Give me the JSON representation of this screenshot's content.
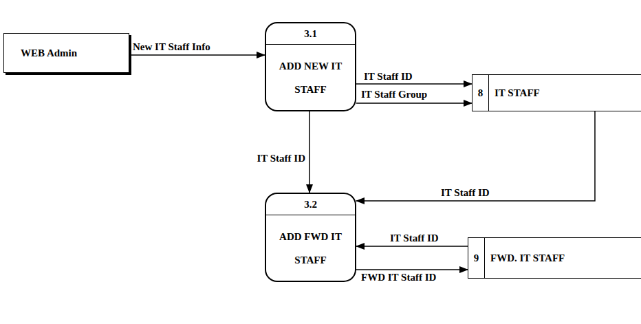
{
  "diagram": {
    "nodes": [
      {
        "text": [
          "WEB Admin"
        ]
      },
      {
        "text": [
          "3.1",
          "ADD NEW IT STAFF"
        ]
      },
      {
        "text": [
          "8",
          "IT STAFF"
        ]
      },
      {
        "text": [
          "3.2",
          "ADD FWD IT STAFF"
        ]
      },
      {
        "text": [
          "9",
          "FWD. IT STAFF"
        ]
      }
    ],
    "edges": [
      {
        "from": 0,
        "to": 1,
        "label": "New IT Staff Info",
        "arrow": "to"
      },
      {
        "from": 1,
        "to": 2,
        "label": "IT Staff ID",
        "arrow": "to"
      },
      {
        "from": 1,
        "to": 2,
        "label": "IT Staff Group",
        "arrow": "to"
      },
      {
        "from": 1,
        "to": 3,
        "label": "IT Staff ID",
        "arrow": "to"
      },
      {
        "from": 2,
        "to": 3,
        "label": "IT Staff ID",
        "arrow": "to"
      },
      {
        "from": 4,
        "to": 3,
        "label": "IT Staff ID",
        "arrow": "to"
      },
      {
        "from": 3,
        "to": 4,
        "label": "FWD IT Staff ID",
        "arrow": "to"
      }
    ]
  }
}
